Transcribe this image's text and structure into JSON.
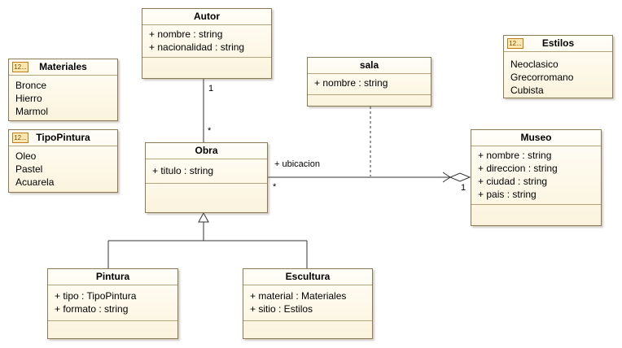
{
  "classes": {
    "autor": {
      "name": "Autor",
      "attributes": [
        "+ nombre : string",
        "+ nacionalidad : string"
      ]
    },
    "obra": {
      "name": "Obra",
      "attributes": [
        "+ titulo : string"
      ]
    },
    "sala": {
      "name": "sala",
      "attributes": [
        "+ nombre : string"
      ]
    },
    "museo": {
      "name": "Museo",
      "attributes": [
        "+ nombre : string",
        "+ direccion : string",
        "+ ciudad : string",
        "+ pais : string"
      ]
    },
    "pintura": {
      "name": "Pintura",
      "attributes": [
        "+ tipo : TipoPintura",
        "+ formato : string"
      ]
    },
    "escultura": {
      "name": "Escultura",
      "attributes": [
        "+ material : Materiales",
        "+ sitio : Estilos"
      ]
    }
  },
  "enums": {
    "materiales": {
      "badge": "12...",
      "name": "Materiales",
      "literals": [
        "Bronce",
        "Hierro",
        "Marmol"
      ]
    },
    "tipopintura": {
      "badge": "12...",
      "name": "TipoPintura",
      "literals": [
        "Oleo",
        "Pastel",
        "Acuarela"
      ]
    },
    "estilos": {
      "badge": "12...",
      "name": "Estilos",
      "literals": [
        "Neoclasico",
        "Grecorromano",
        "Cubista"
      ]
    }
  },
  "relations": {
    "autor_obra": {
      "autor_mult": "1",
      "obra_mult": "*"
    },
    "obra_museo": {
      "role": "+ ubicacion",
      "obra_mult": "*",
      "museo_mult": "1"
    }
  }
}
